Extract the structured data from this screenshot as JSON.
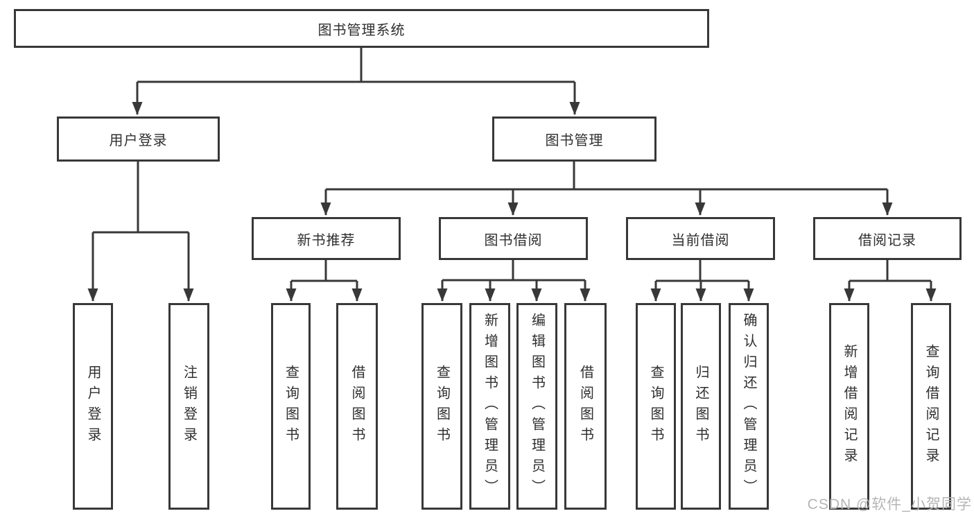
{
  "tree": {
    "root": {
      "label": "图书管理系统"
    },
    "children": [
      {
        "label": "用户登录",
        "children": [
          {
            "label": "用户登录"
          },
          {
            "label": "注销登录"
          }
        ]
      },
      {
        "label": "图书管理",
        "children": [
          {
            "label": "新书推荐",
            "children": [
              {
                "label": "查询图书"
              },
              {
                "label": "借阅图书"
              }
            ]
          },
          {
            "label": "图书借阅",
            "children": [
              {
                "label": "查询图书"
              },
              {
                "label": "新增图书（管理员）"
              },
              {
                "label": "编辑图书（管理员）"
              },
              {
                "label": "借阅图书"
              }
            ]
          },
          {
            "label": "当前借阅",
            "children": [
              {
                "label": "查询图书"
              },
              {
                "label": "归还图书"
              },
              {
                "label": "确认归还（管理员）"
              }
            ]
          },
          {
            "label": "借阅记录",
            "children": [
              {
                "label": "新增借阅记录"
              },
              {
                "label": "查询借阅记录"
              }
            ]
          }
        ]
      }
    ]
  },
  "watermark": {
    "text": "CSDN @软件_小贺同学"
  },
  "colors": {
    "line": "#383838",
    "text": "#2f2f2f",
    "watermark": "#b5b5b5",
    "background": "#ffffff"
  }
}
